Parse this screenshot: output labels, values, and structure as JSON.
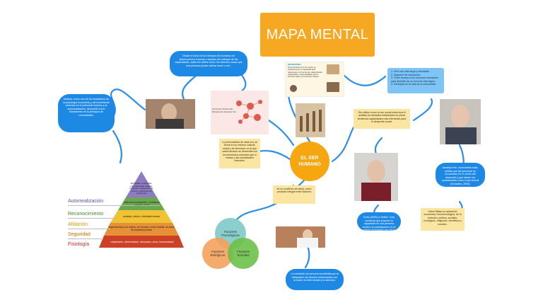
{
  "title": "MAPA MENTAL",
  "center": {
    "line1": "EL SER",
    "line2": "HUMANO"
  },
  "notes": {
    "top_bubble": "Desde el inicio de los tiempos los humanos se desenvuelven creando e impulso del enfoque de las capacidades, quién les define como 'los diversos cosas que una persona puede valorar hacer o ser'.",
    "left_bubble": "Maslow, como uno de los fundadores de la psicología humanista y del movimiento centrado en el potencial humano y la autorrealización, desarrolló como fundamento de la jerarquía de necesidades.",
    "definitions_title": "DEFINICIONES",
    "definitions_text": "El ser humano es un ser social, se caracteriza por su capacidad para relacionarse con los demás, desarrollando capacidades y potencialidades que le permiten llegar a su bienestar integral.",
    "right_list": [
      "1. Vivir una vida larga y saludable.",
      "2. Disponer de educación.",
      "3. Tener acceso a los recursos necesarios para disfrutar de un nivel de vida digno.",
      "4. Participar en la vida de la comunidad."
    ],
    "right_yellow": "Sen define como un ser social estructura el análisis los llamados individuales en plena tendencia capacidades más relevantes para el desarrollo social.",
    "middle_yellow": "La personalidad de cada uno se forma en su entorno cultural, social y de bienestar, en el que cada individuo se desarrolla con los elementos culturales que lo rodean y las necesidades naturales.",
    "picture_caption_line1": "Teoría del Desarrollo",
    "picture_caption_line2": "Humano de Amartya Sen",
    "bottom_yellow": "es su condición de salud, como producto integral entre factores",
    "bottom_bubble": "La condición de persona constituida por la integración de factores relacionados con la salud, la enfermedad y la atención.",
    "right_blue_1": "Amartya Sen, economista indio, señala que las personas se encuentran en el centro del desarrollo y que deben ser consideradas como el eje central (Gonzales, 2009).",
    "right_blue_2": "Kohn (2009) lo define: 'Una conducta que propone la capacidad de una persona social y su participación en el campo económico con otros factores'.",
    "right_yellow_2": "Sobre Bilbao su aplicación económica, fenomenológica, de la inclusión, política, sociales, ecológicos, religiosos, científicos y morales."
  },
  "pyramid": {
    "levels": [
      {
        "name": "Autorrealización",
        "desc": "Moralidad, creatividad, espontaneidad, falta de prejuicios, aceptación de hechos, resolución de problemas",
        "color": "#8e7cc3",
        "label_color": "#5b4ea8"
      },
      {
        "name": "Reconocimiento",
        "desc": "autorreconocimiento, confianza, respeto, éxito",
        "color": "#6aa84f",
        "label_color": "#3d8b2a"
      },
      {
        "name": "Afiliación",
        "desc": "amistad, afecto, intimidad sexual",
        "color": "#f1c232",
        "label_color": "#d89a00"
      },
      {
        "name": "Seguridad",
        "desc": "Seguridad física, de empleo, de recursos, moral, familiar, de salud, de propiedad privada",
        "color": "#e69138",
        "label_color": "#d26b00"
      },
      {
        "name": "Fisiología",
        "desc": "respiración, alimentación, descanso, sexo, homeostasis",
        "color": "#cc4125",
        "label_color": "#c02a2a"
      }
    ]
  },
  "venn": {
    "top": "Factores Psicológicos",
    "left": "Factores Biológicos",
    "right": "Factores Sociales"
  },
  "colors": {
    "accent": "#f6a823",
    "bubble": "#1e88e5",
    "connector": "#2b8ee8",
    "note": "#fbe5a2"
  }
}
